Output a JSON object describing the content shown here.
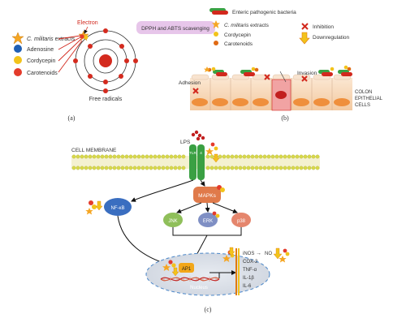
{
  "panel_a": {
    "label": "(a)",
    "banner": "DPPH and ABTS scavenging",
    "electron_label": "Electron",
    "free_radicals_label": "Free radicals",
    "legend": [
      {
        "text_prefix": "C. militaris",
        "text_suffix": " extracts",
        "italic_prefix": true,
        "color": "#f5a623",
        "marker": "star"
      },
      {
        "text_prefix": "",
        "text_suffix": "Adenosine",
        "italic_prefix": false,
        "color": "#1f5fb4",
        "marker": "circle"
      },
      {
        "text_prefix": "",
        "text_suffix": "Cordycepin",
        "italic_prefix": false,
        "color": "#f2c31b",
        "marker": "circle"
      },
      {
        "text_prefix": "",
        "text_suffix": "Carotenoids",
        "italic_prefix": false,
        "color": "#e43b2b",
        "marker": "circle"
      }
    ]
  },
  "panel_b": {
    "label": "(b)",
    "legend_left": [
      {
        "text": "Enteric pathogenic bacteria",
        "marker": "bacteria"
      },
      {
        "text_prefix": "C. militaris",
        "text_suffix": " extracts",
        "marker": "star"
      },
      {
        "text": "Cordycepin",
        "marker": "yellow-dot"
      },
      {
        "text": "Carotenoids",
        "marker": "orange-dot"
      }
    ],
    "legend_right": [
      {
        "text": "Inhibition",
        "marker": "red-x"
      },
      {
        "text": "Downregulation",
        "marker": "down-arrow"
      }
    ],
    "adhesion_label": "Adhesion",
    "invasion_label": "Invasion",
    "colon_label_1": "COLON",
    "colon_label_2": "EPITHELIAL",
    "colon_label_3": "CELLS"
  },
  "panel_c": {
    "label": "(c)",
    "cell_membrane": "CELL MEMBRANE",
    "lps": "LPS",
    "tlr_left": "TLR",
    "tlr_right": "4",
    "nfkb": "NF-κB",
    "mapks": "MAPKs",
    "jnk": "JNK",
    "erk": "ERK",
    "p38": "p38",
    "ap1": "AP1",
    "nucleus": "Nucleus",
    "genes": [
      "iNOS",
      "COX-2",
      "TNF-α",
      "IL-1β",
      "IL-6"
    ],
    "no_arrow": "→",
    "no_label": "NO"
  },
  "colors": {
    "banner_bg": "#e7c6ea",
    "membrane_head": "#d8d94a",
    "tlr": "#3aa043",
    "mapk": "#e07a4a",
    "nfkb": "#3a6ec0",
    "jnk": "#8fbf5a",
    "erk": "#7f8fc4",
    "p38": "#e5866d",
    "ap1": "#f2a71a",
    "nucleus_fill": "#dfe3ea",
    "cell_fill": "#f4a460"
  }
}
